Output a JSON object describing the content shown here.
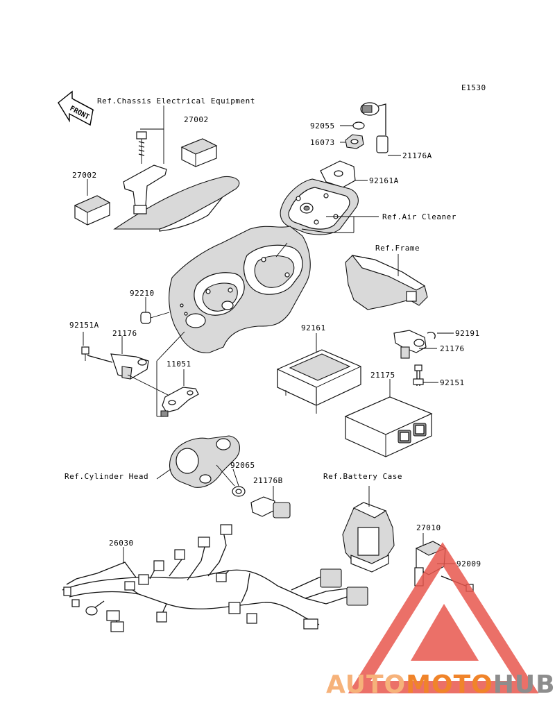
{
  "diagram_code": "E1530",
  "front_arrow_label": "FRONT",
  "refs": {
    "chassis_electrical": "Ref.Chassis Electrical Equipment",
    "air_cleaner": "Ref.Air Cleaner",
    "frame": "Ref.Frame",
    "cylinder_head": "Ref.Cylinder Head",
    "battery_case": "Ref.Battery Case"
  },
  "parts": {
    "p27002_a": "27002",
    "p27002_b": "27002",
    "p92055": "92055",
    "p16073": "16073",
    "p21176A": "21176A",
    "p92161A": "92161A",
    "p92210": "92210",
    "p92151A": "92151A",
    "p21176_left": "21176",
    "p11051": "11051",
    "p92161": "92161",
    "p92191": "92191",
    "p21176_right": "21176",
    "p21175": "21175",
    "p92151": "92151",
    "p92065": "92065",
    "p21176B": "21176B",
    "p26030": "26030",
    "p27010": "27010",
    "p92009": "92009"
  },
  "watermark": {
    "part1": "AUTO",
    "part2": "MOTO",
    "part3": "HUB",
    "colors": {
      "light": "#f6b27a",
      "orange": "#f0842a",
      "gray": "#8d8d8d",
      "triangle": "#e8574e"
    }
  }
}
